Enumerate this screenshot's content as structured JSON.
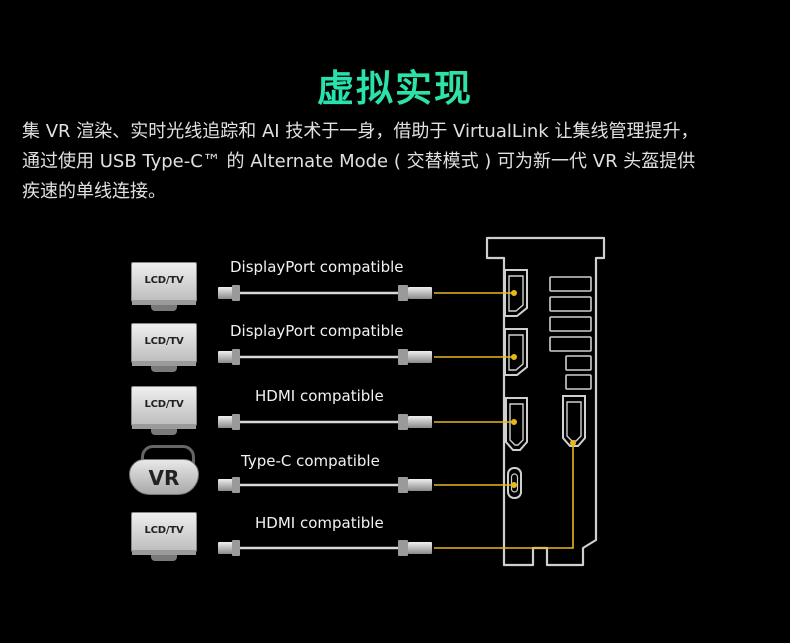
{
  "title": "虚拟实现",
  "description": {
    "line1": "集 VR 渲染、实时光线追踪和 AI 技术于一身，借助于 VirtualLink 让集线管理提升，",
    "line2": "通过使用 USB Type-C™ 的 Alternate Mode ( 交替模式 ) 可为新一代 VR 头盔提供",
    "line3": "疾速的单线连接。"
  },
  "connections": [
    {
      "device": "LCD/TV",
      "cable": "DisplayPort compatible",
      "port": "displayport"
    },
    {
      "device": "LCD/TV",
      "cable": "DisplayPort compatible",
      "port": "displayport"
    },
    {
      "device": "LCD/TV",
      "cable": "HDMI compatible",
      "port": "hdmi"
    },
    {
      "device": "VR",
      "cable": "Type-C compatible",
      "port": "usb-c"
    },
    {
      "device": "LCD/TV",
      "cable": "HDMI compatible",
      "port": "hdmi"
    }
  ],
  "colors": {
    "title": "#19e3b8",
    "wire": "#e9b818",
    "bracket": "#cfcfcf"
  }
}
